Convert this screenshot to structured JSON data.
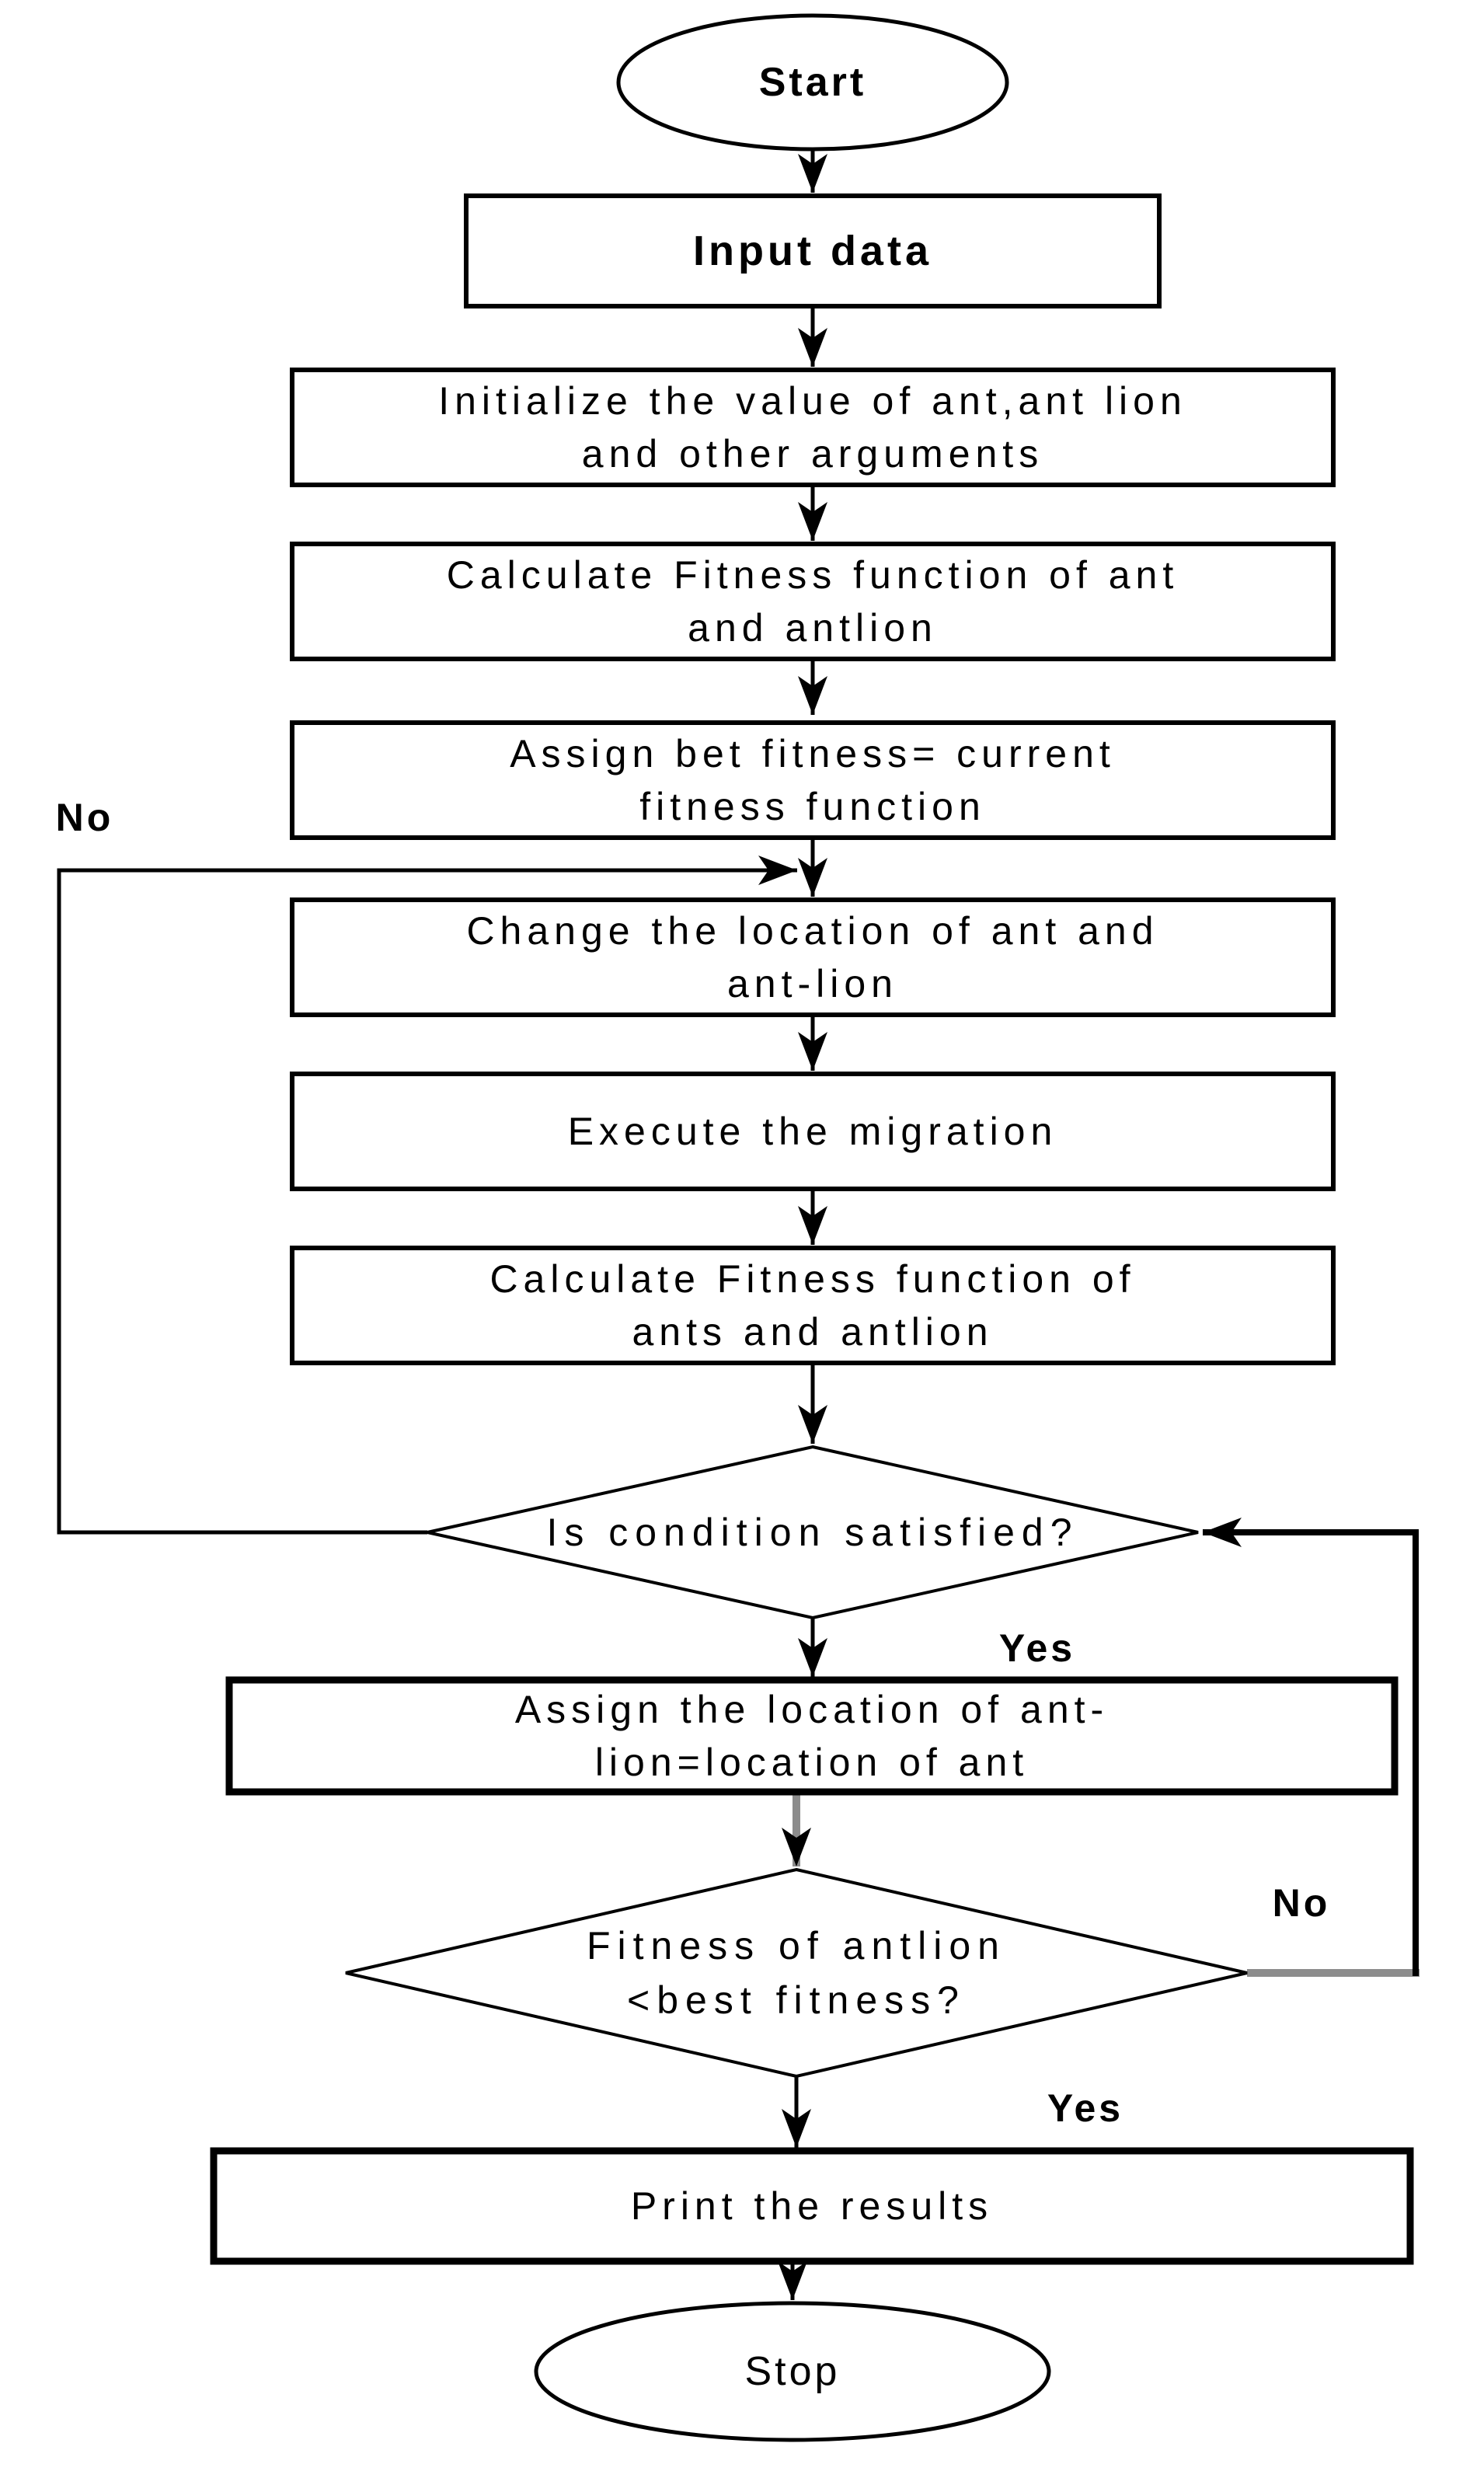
{
  "diagram": {
    "title_hint": "Ant Lion Optimizer flowchart",
    "nodes": {
      "start": {
        "type": "terminator",
        "lines": [
          "Start"
        ]
      },
      "input_data": {
        "type": "process",
        "lines": [
          "Input data"
        ]
      },
      "initialize": {
        "type": "process",
        "lines": [
          "Initialize the value of ant,ant lion",
          "and other arguments"
        ]
      },
      "calc_fitness_1": {
        "type": "process",
        "lines": [
          "Calculate Fitness function of ant",
          "and antlion"
        ]
      },
      "assign_bet": {
        "type": "process",
        "lines": [
          "Assign bet fitness= current",
          "fitness function"
        ]
      },
      "change_location": {
        "type": "process",
        "lines": [
          "Change the location of ant and",
          "ant-lion"
        ]
      },
      "execute_migration": {
        "type": "process",
        "lines": [
          "Execute the migration"
        ]
      },
      "calc_fitness_2": {
        "type": "process",
        "lines": [
          "Calculate Fitness function of",
          "ants and antlion"
        ]
      },
      "condition_check": {
        "type": "decision",
        "lines": [
          "Is condition satisfied?"
        ]
      },
      "assign_location": {
        "type": "process",
        "lines": [
          "Assign the location of ant-",
          "lion=location of ant"
        ]
      },
      "fitness_check": {
        "type": "decision",
        "lines": [
          "Fitness of antlion",
          "<best fitness?"
        ]
      },
      "print_results": {
        "type": "process",
        "lines": [
          "Print the results"
        ]
      },
      "stop": {
        "type": "terminator",
        "lines": [
          "Stop"
        ]
      }
    },
    "edge_labels": {
      "no_condition": "No",
      "yes_condition": "Yes",
      "no_fitness": "No",
      "yes_fitness": "Yes"
    },
    "colors": {
      "line": "#000000",
      "gray_line": "#8c8c8c",
      "shape_fill": "#ffffff",
      "text": "#000000",
      "background": "#ffffff"
    }
  }
}
